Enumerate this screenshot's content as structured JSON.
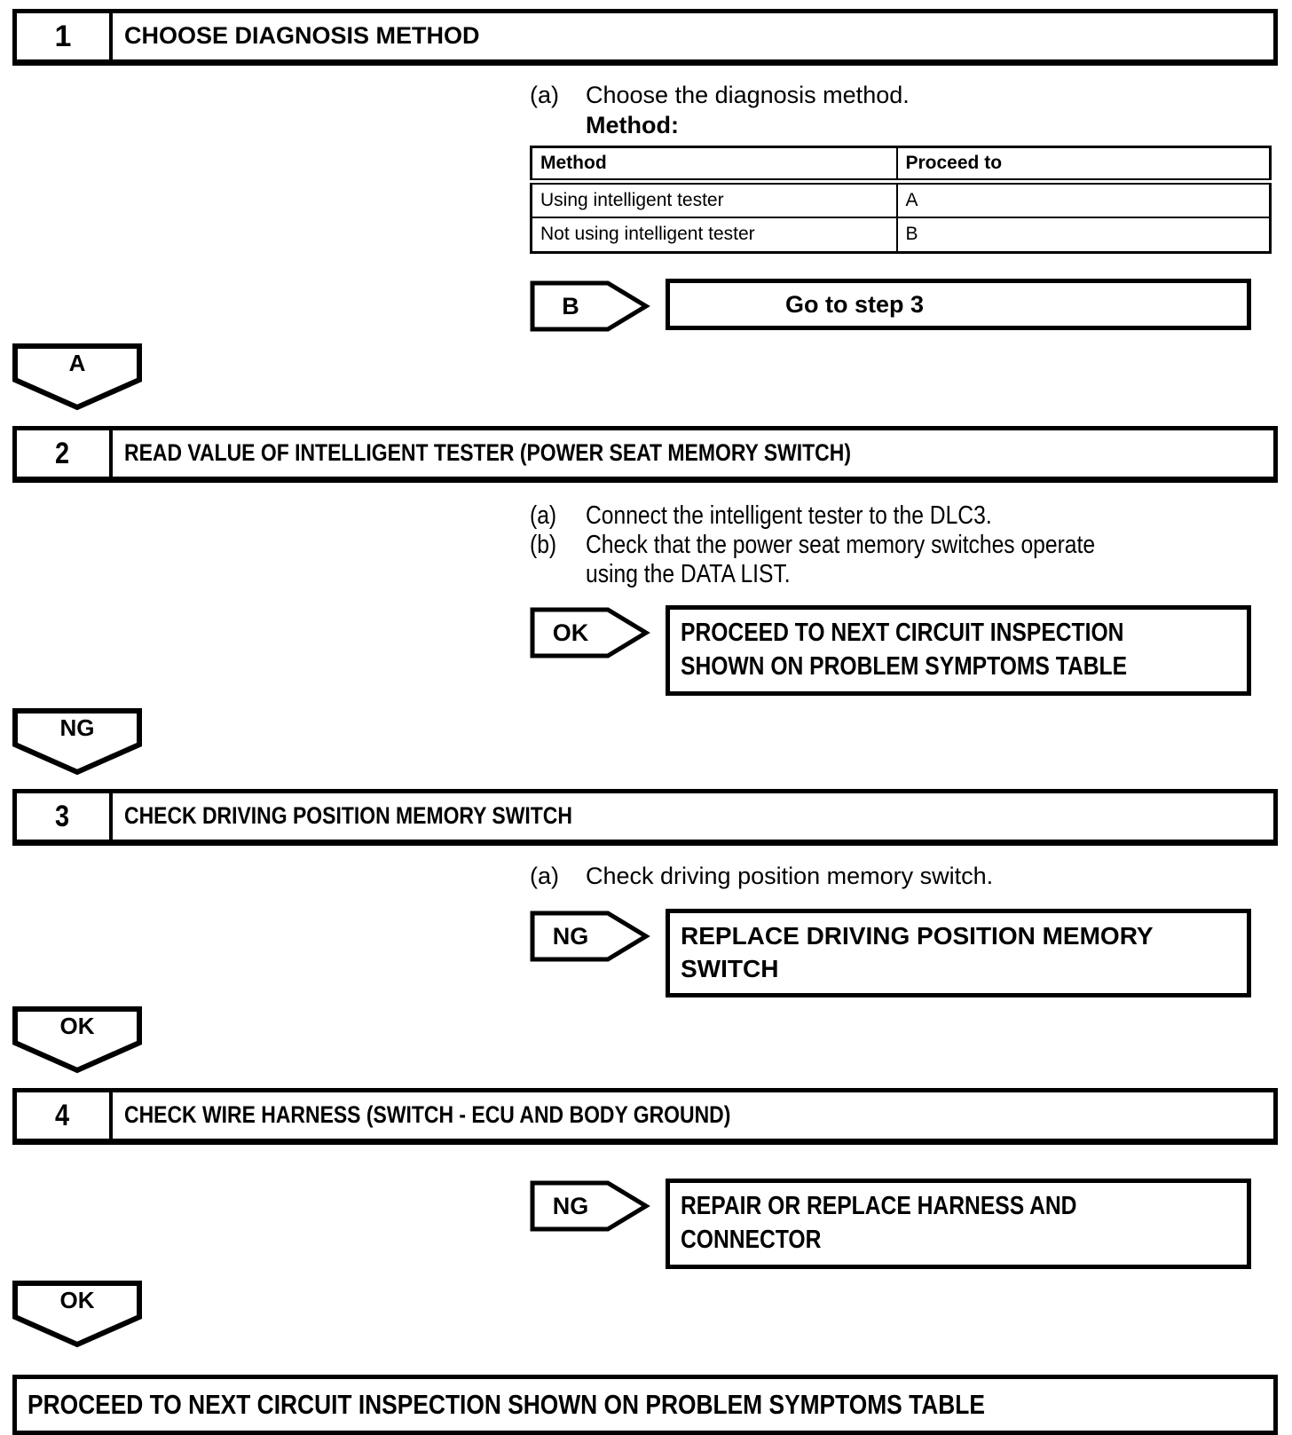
{
  "colors": {
    "ink": "#000000",
    "paper": "#ffffff"
  },
  "page": {
    "steps": [
      {
        "number": "1",
        "title": "CHOOSE DIAGNOSIS METHOD",
        "instr_a_label": "(a)",
        "instr_a_text": "Choose the diagnosis method.",
        "method_caption": "Method:",
        "table": {
          "col1_header": "Method",
          "col2_header": "Proceed to",
          "rows": [
            {
              "method": "Using intelligent tester",
              "proceed": "A"
            },
            {
              "method": "Not using intelligent tester",
              "proceed": "B"
            }
          ]
        },
        "branch_tag": "B",
        "branch_result": "Go to step 3",
        "connector_tag": "A"
      },
      {
        "number": "2",
        "title": "READ VALUE OF INTELLIGENT TESTER (POWER SEAT MEMORY SWITCH)",
        "instr_a_label": "(a)",
        "instr_a_text": "Connect the intelligent tester to the DLC3.",
        "instr_b_label": "(b)",
        "instr_b_line1": "Check that the power seat memory switches operate",
        "instr_b_line2": "using the DATA LIST.",
        "branch_tag": "OK",
        "branch_result_line1": "PROCEED TO NEXT CIRCUIT INSPECTION",
        "branch_result_line2": "SHOWN ON PROBLEM SYMPTOMS TABLE",
        "connector_tag": "NG"
      },
      {
        "number": "3",
        "title": "CHECK DRIVING POSITION MEMORY SWITCH",
        "instr_a_label": "(a)",
        "instr_a_text": "Check driving position memory switch.",
        "branch_tag": "NG",
        "branch_result_line1": "REPLACE DRIVING POSITION MEMORY",
        "branch_result_line2": "SWITCH",
        "connector_tag": "OK"
      },
      {
        "number": "4",
        "title": "CHECK WIRE HARNESS (SWITCH - ECU AND BODY GROUND)",
        "branch_tag": "NG",
        "branch_result_line1": "REPAIR OR REPLACE HARNESS AND",
        "branch_result_line2": "CONNECTOR",
        "connector_tag": "OK"
      }
    ],
    "final_result": "PROCEED TO NEXT CIRCUIT INSPECTION SHOWN ON PROBLEM SYMPTOMS TABLE"
  }
}
